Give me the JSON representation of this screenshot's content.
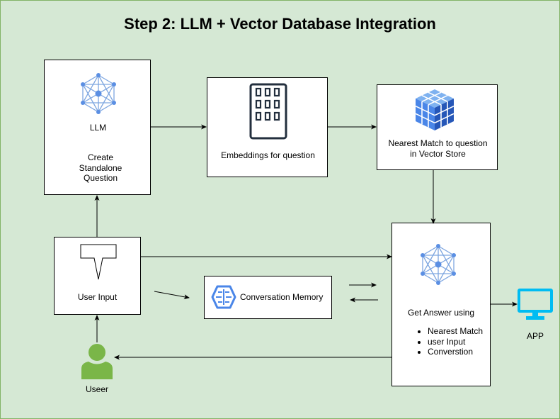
{
  "title": "Step 2: LLM + Vector Database Integration",
  "nodes": {
    "llm": {
      "label": "LLM",
      "text_lines": [
        "Create",
        "Standalone",
        "Question"
      ]
    },
    "embeddings": {
      "label": "Embeddings for question"
    },
    "nearest_match": {
      "label_lines": [
        "Nearest Match to question",
        "in Vector Store"
      ]
    },
    "user_input": {
      "label": "User Input"
    },
    "conversation_memory": {
      "label": "Conversation Memory"
    },
    "get_answer": {
      "label": "Get Answer using",
      "bullets": [
        "Nearest Match",
        "user Input",
        "Converstion"
      ]
    },
    "app": {
      "label": "APP"
    },
    "user": {
      "label": "Useer"
    }
  },
  "colors": {
    "background": "#d5e8d4",
    "border": "#82b366",
    "network_icon": "#7ea6e0",
    "network_node": "#5b8fe3",
    "monitor": "#00bcf2",
    "user": "#7ab648",
    "cube": "#3f7fd8",
    "memory_icon": "#4a86e8"
  },
  "icons": {
    "llm": "neural-network-icon",
    "embeddings": "building-icon",
    "vector_store": "cube-icon",
    "memory": "brain-chip-icon",
    "get_answer": "neural-network-icon",
    "app": "monitor-icon",
    "user": "user-icon",
    "user_input": "speech-callout-icon"
  }
}
